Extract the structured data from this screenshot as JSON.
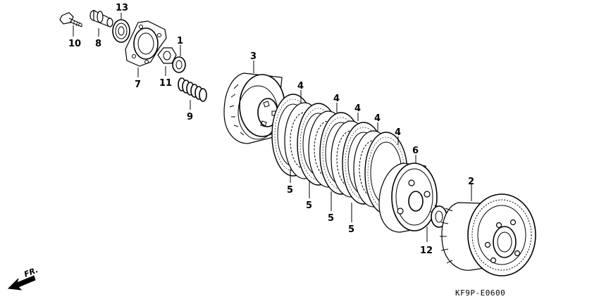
{
  "diagram_code": "KF9P-E0600",
  "direction_label": "FR.",
  "callouts": {
    "p1": "1",
    "p2": "2",
    "p3": "3",
    "p4a": "4",
    "p4b": "4",
    "p4c": "4",
    "p4d": "4",
    "p4e": "4",
    "p5a": "5",
    "p5b": "5",
    "p5c": "5",
    "p5d": "5",
    "p6": "6",
    "p7": "7",
    "p8": "8",
    "p9": "9",
    "p10": "10",
    "p11": "11",
    "p12": "12",
    "p13": "13"
  }
}
